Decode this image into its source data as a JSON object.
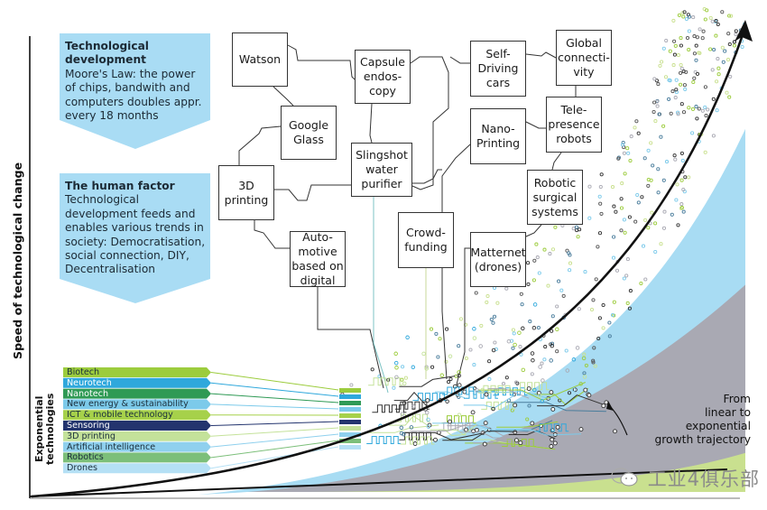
{
  "y_axis_title": "Speed of technological change",
  "info_boxes": [
    {
      "title": "Technological development",
      "text": "Moore's Law: the power of chips, bandwith and computers doubles appr. every 18 months",
      "color": "#a9dcf4"
    },
    {
      "title": "The human factor",
      "text": "Technological development feeds and enables various trends in society: Democratisation, social connection, DIY, Decentralisation",
      "color": "#a9dcf4"
    }
  ],
  "innovations": [
    {
      "id": "watson",
      "label": "Watson"
    },
    {
      "id": "capsule",
      "label": "Capsule\nendos-\ncopy"
    },
    {
      "id": "selfdriving",
      "label": "Self-\nDriving\ncars"
    },
    {
      "id": "global",
      "label": "Global\nconnecti-\nvity"
    },
    {
      "id": "googleglass",
      "label": "Google\nGlass"
    },
    {
      "id": "nanoprinting",
      "label": "Nano-\nPrinting"
    },
    {
      "id": "telepresence",
      "label": "Tele-\npresence\nrobots"
    },
    {
      "id": "printing3d",
      "label": "3D\nprinting"
    },
    {
      "id": "slingshot",
      "label": "Slingshot\nwater\npurifier"
    },
    {
      "id": "robotic",
      "label": "Robotic\nsurgical\nsystems"
    },
    {
      "id": "crowd",
      "label": "Crowd-\nfunding"
    },
    {
      "id": "auto",
      "label": "Auto-\nmotive\nbased on\ndigital"
    },
    {
      "id": "matternet",
      "label": "Matternet\n(drones)"
    }
  ],
  "exponential_label": "Exponential\ntechnologies",
  "technologies": [
    {
      "label": "Biotech",
      "color": "#9ccc3d",
      "text_color": "#1b2f3c"
    },
    {
      "label": "Neurotech",
      "color": "#2fa8dc",
      "text_color": "#ffffff"
    },
    {
      "label": "Nanotech",
      "color": "#2f9a55",
      "text_color": "#ffffff"
    },
    {
      "label": "New energy & sustainability",
      "color": "#7ccaea",
      "text_color": "#1b2f3c"
    },
    {
      "label": "ICT & mobile technology",
      "color": "#a6d14a",
      "text_color": "#1b2f3c"
    },
    {
      "label": "Sensoring",
      "color": "#23346e",
      "text_color": "#ffffff"
    },
    {
      "label": "3D printing",
      "color": "#c4e29a",
      "text_color": "#1b2f3c"
    },
    {
      "label": "Artificial intelligence",
      "color": "#8fd0ee",
      "text_color": "#1b2f3c"
    },
    {
      "label": "Robotics",
      "color": "#7cbf7a",
      "text_color": "#1b2f3c"
    },
    {
      "label": "Drones",
      "color": "#b5e0f5",
      "text_color": "#1b2f3c"
    }
  ],
  "growth_note": "From\nlinear to\nexponential\ngrowth trajectory",
  "band_colors": {
    "blue": "#a8dcf3",
    "gray": "#a9a9b3",
    "green": "#c9e08f"
  },
  "watermark": "工业4俱乐部"
}
